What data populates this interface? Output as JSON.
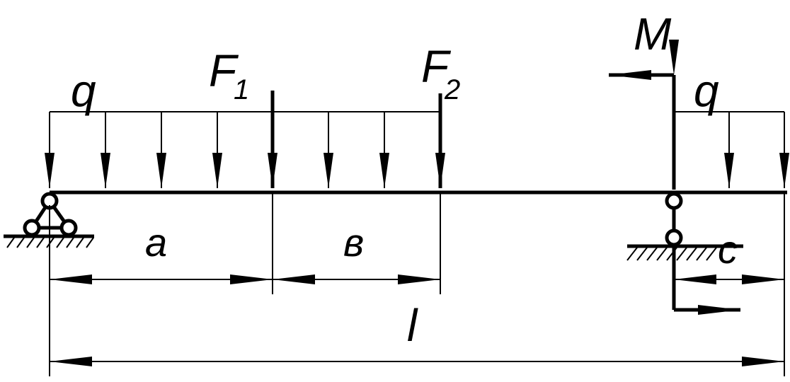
{
  "diagram": {
    "labels": {
      "q_left": "q",
      "q_right": "q",
      "F1": "F",
      "F1_sub": "1",
      "F2": "F",
      "F2_sub": "2",
      "M": "M",
      "a": "a",
      "b": "в",
      "c": "c",
      "l": "l"
    },
    "colors": {
      "ink": "#000000",
      "background": "#ffffff"
    }
  }
}
